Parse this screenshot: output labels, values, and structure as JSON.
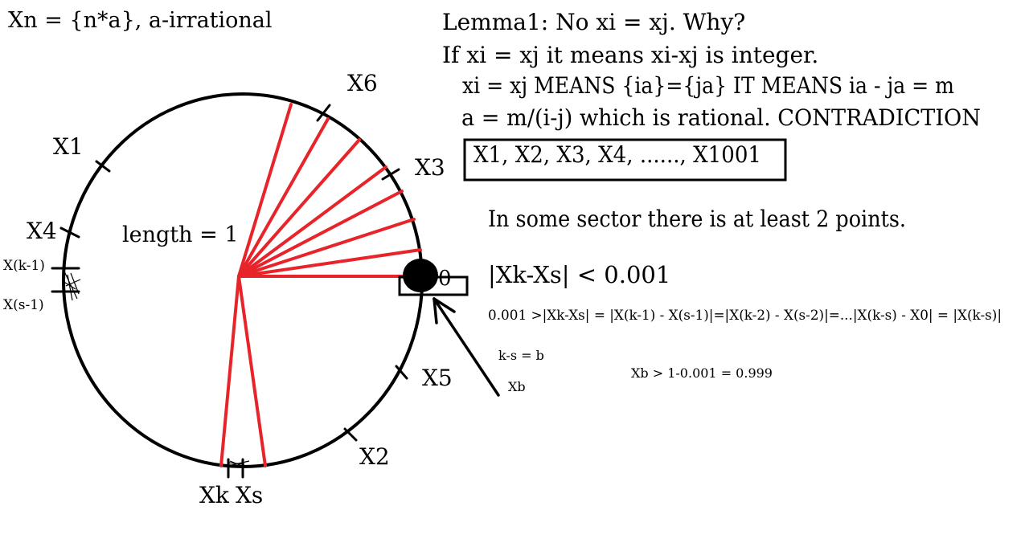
{
  "texts": {
    "definition": "Xn = {n*a}, a-irrational",
    "lemma_title": "Lemma1: No xi = xj. Why?",
    "lemma_line1": "If xi = xj it means xi-xj is integer.",
    "lemma_line2": "xi = xj MEANS  {ia}={ja} IT MEANS ia - ja = m",
    "lemma_line3": "a = m/(i-j) which is rational. CONTRADICTION",
    "points_list": "X1, X2, X3, X4, ......, X1001",
    "pigeonhole": "In some sector there is at least 2 points.",
    "diff_bound": "|Xk-Xs| < 0.001",
    "chain": "0.001 >|Xk-Xs| = |X(k-1) - X(s-1)|=|X(k-2) - X(s-2)|=...|X(k-s) - X0| = |X(k-s)|",
    "k_minus_s": "k-s = b",
    "xb_label": "Xb",
    "xb_bound": "Xb > 1-0.001 = 0.999",
    "length": "length = 1",
    "zero": "0"
  },
  "circle_labels": {
    "x1": "X1",
    "x2": "X2",
    "x3": "X3",
    "x4": "X4",
    "x5": "X5",
    "x6": "X6",
    "xk_minus_1": "X(k-1)",
    "xs_minus_1": "X(s-1)",
    "xk": "Xk",
    "xs": "Xs"
  },
  "colors": {
    "ink": "#000000",
    "sector_lines": "#e8242b"
  }
}
